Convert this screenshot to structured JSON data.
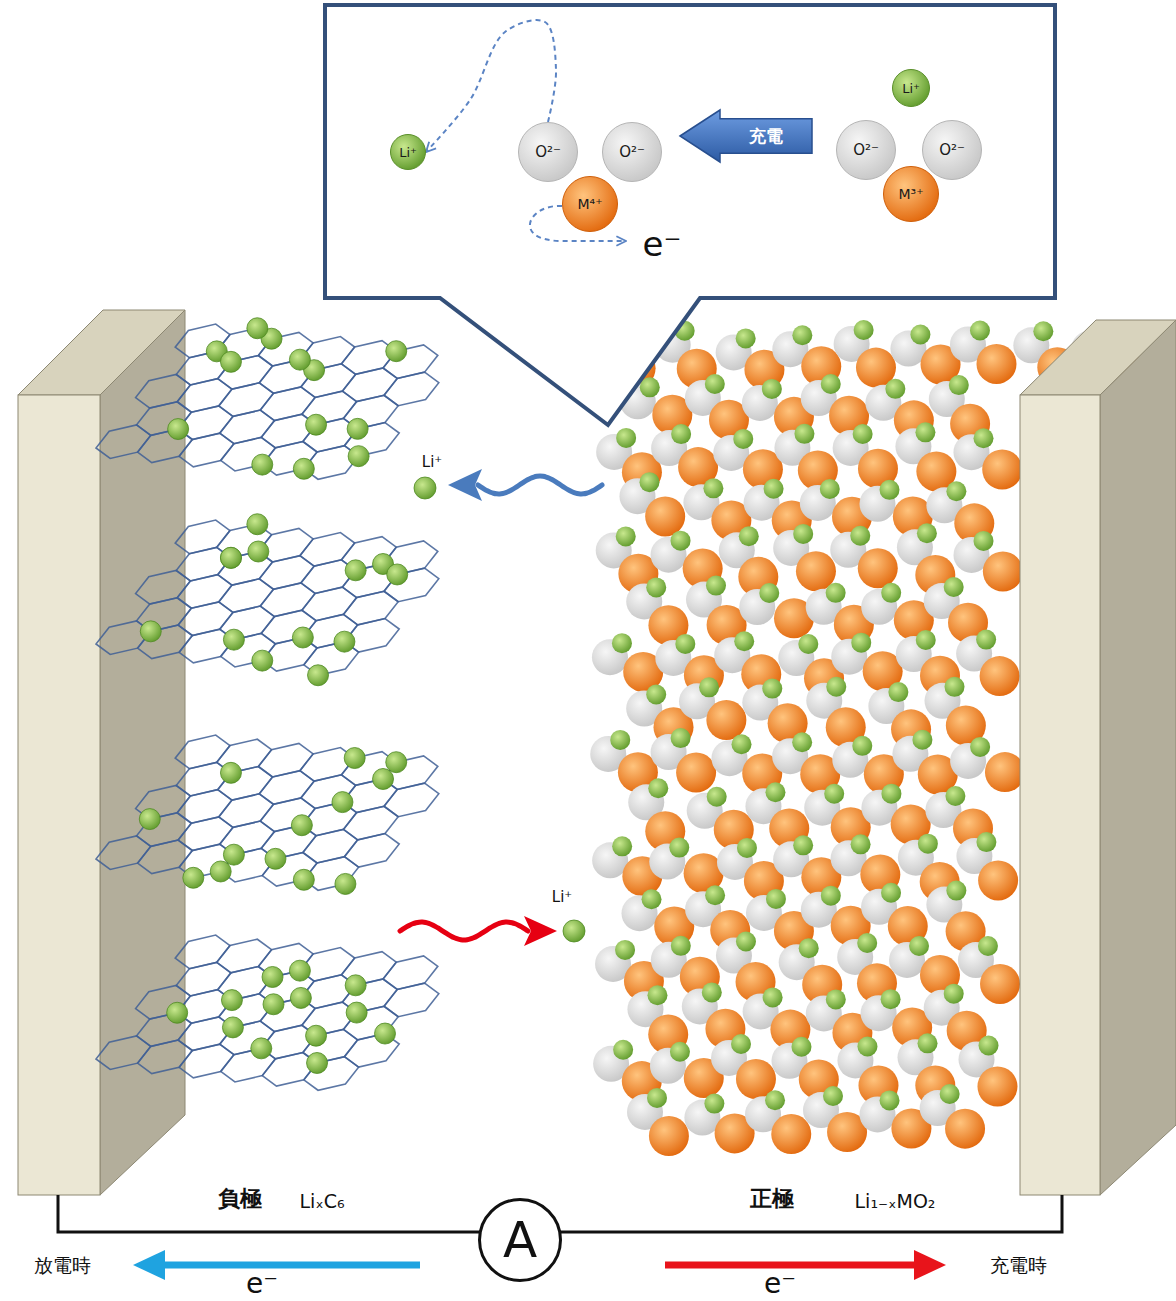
{
  "diagram": {
    "nodes": [
      {
        "text": [
          "Li⁺"
        ]
      },
      {
        "text": [
          "O²⁻"
        ]
      },
      {
        "text": [
          "O²⁻"
        ]
      },
      {
        "text": [
          "M⁴⁺"
        ]
      },
      {
        "text": [
          "充電"
        ]
      },
      {
        "text": [
          "Li⁺"
        ]
      },
      {
        "text": [
          "O²⁻"
        ]
      },
      {
        "text": [
          "O²⁻"
        ]
      },
      {
        "text": [
          "M³⁺"
        ]
      },
      {
        "text": [
          "A"
        ]
      }
    ],
    "edges": [
      {
        "from": 1,
        "to": 0,
        "arrow": "to"
      }
    ],
    "labels": [
      "e⁻",
      "Li⁺",
      "Li⁺",
      "負極",
      "LiₓC₆",
      "正極",
      "Li₁₋ₓMO₂",
      "放電時",
      "e⁻",
      "e⁻",
      "充電時"
    ]
  }
}
